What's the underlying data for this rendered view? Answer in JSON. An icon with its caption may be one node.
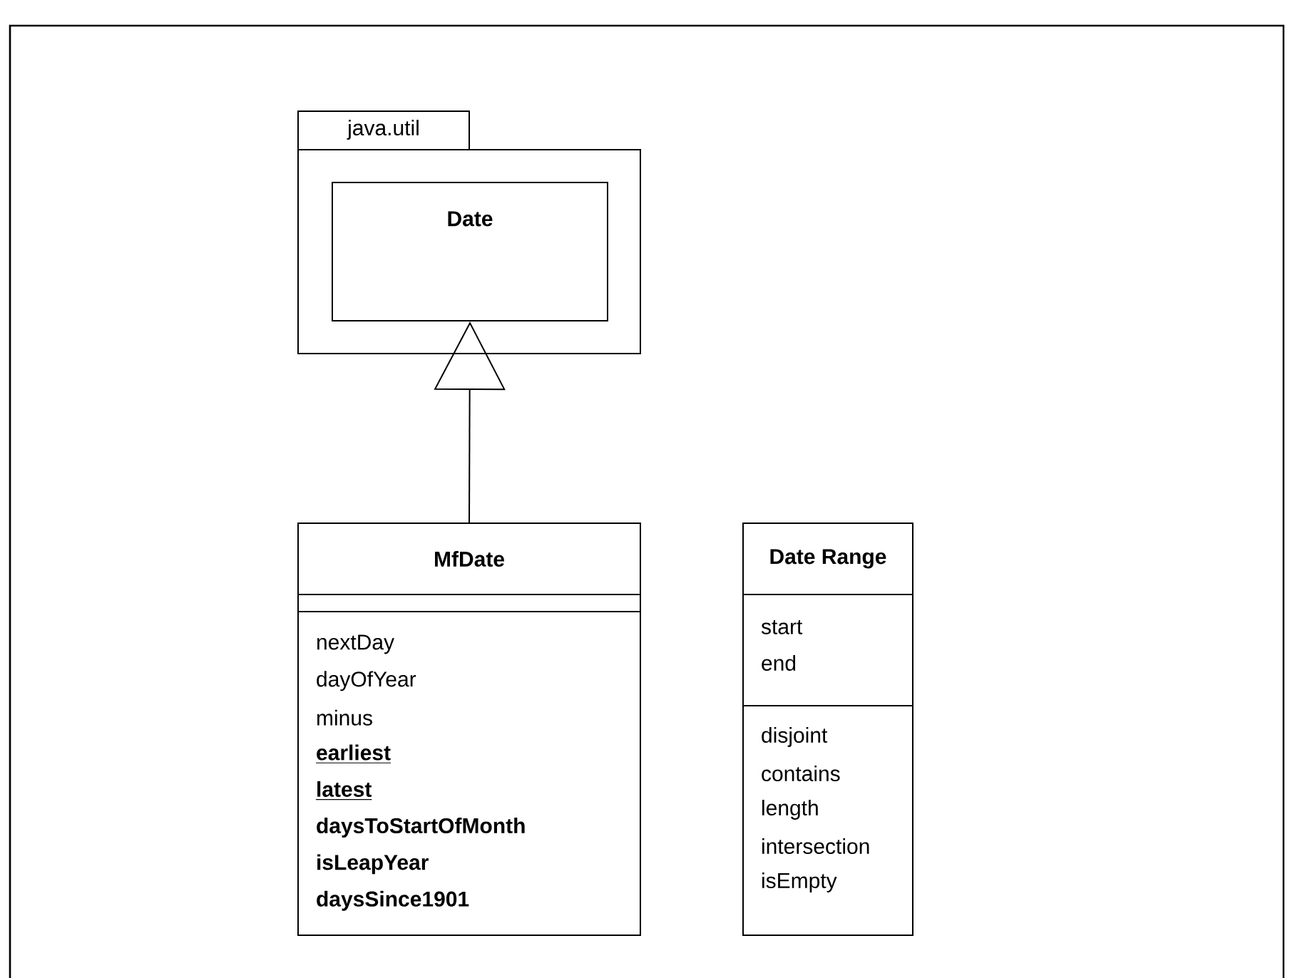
{
  "diagram": {
    "nodes": [
      {
        "text": [
          "java.util"
        ]
      },
      {
        "text": [
          "Date"
        ],
        "in": 0
      },
      {
        "text": [
          "MfDate",
          "nextDay",
          "dayOfYear",
          "minus",
          "earliest",
          "latest",
          "daysToStartOfMonth",
          "isLeapYear",
          "daysSince1901"
        ]
      },
      {
        "text": [
          "Date Range",
          "start",
          "end",
          "disjoint",
          "contains",
          "length",
          "intersection",
          "isEmpty"
        ]
      }
    ],
    "edges": [
      {
        "from": 2,
        "to": 1,
        "arrow": "to"
      }
    ]
  }
}
